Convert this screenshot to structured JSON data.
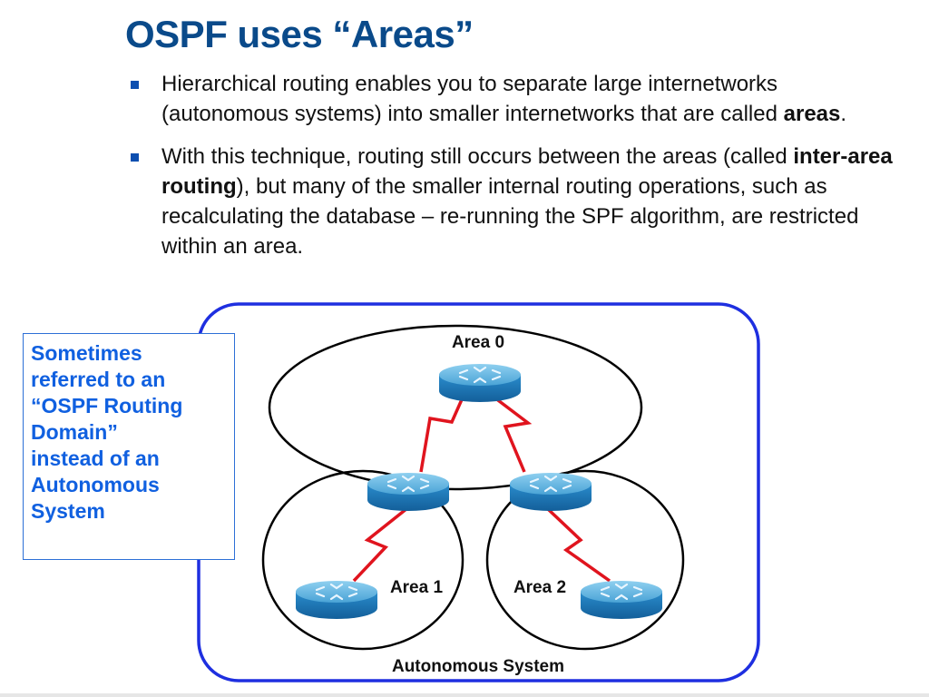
{
  "slide": {
    "title": "OSPF uses “Areas”",
    "bullets": [
      {
        "segments": [
          {
            "text": "Hierarchical routing enables you to separate large internetworks (autonomous systems) into smaller internetworks that are called ",
            "bold": false
          },
          {
            "text": "areas",
            "bold": true
          },
          {
            "text": ".",
            "bold": false
          }
        ]
      },
      {
        "segments": [
          {
            "text": "With this technique, routing still occurs between the areas (called ",
            "bold": false
          },
          {
            "text": "inter-area routing",
            "bold": true
          },
          {
            "text": "), but many of the smaller internal routing operations, such as recalculating the database – re-running the SPF algorithm, are restricted within an area.",
            "bold": false
          }
        ]
      }
    ],
    "callout_lines": [
      "Sometimes",
      "referred to an",
      "“OSPF Routing",
      "Domain”",
      "instead of an",
      "Autonomous",
      "System"
    ]
  },
  "diagram": {
    "labels": {
      "area0": "Area 0",
      "area1": "Area 1",
      "area2": "Area 2",
      "autonomous_system": "Autonomous System"
    },
    "colors": {
      "as_border": "#1e2fe0",
      "area_ellipse": "#000000",
      "serial_link": "#e0141e",
      "router_top": "#5fb0dc",
      "router_side": "#1f7fbf",
      "title": "#0a4a8a",
      "callout_text": "#1060e0"
    },
    "icons": [
      "router-icon"
    ]
  }
}
